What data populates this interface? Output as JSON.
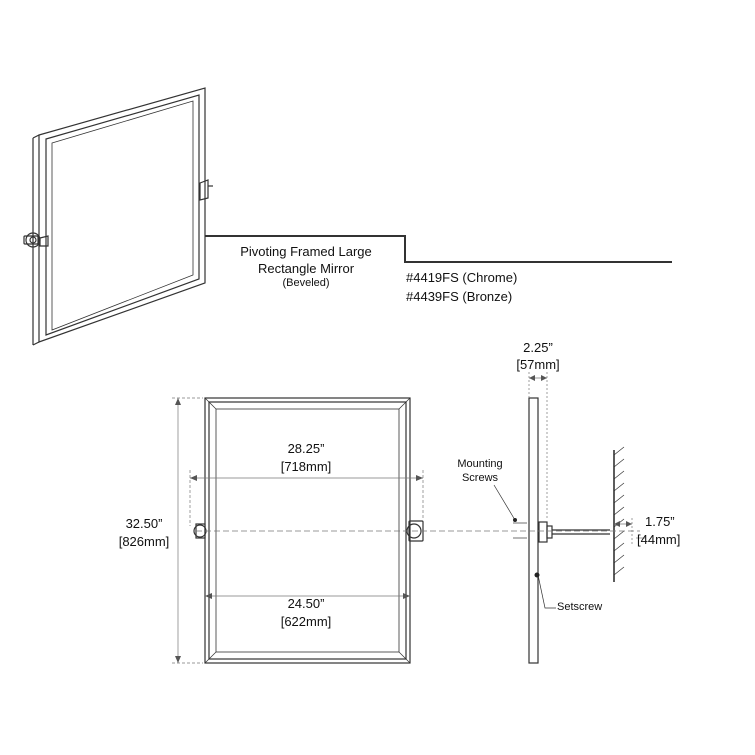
{
  "product": {
    "name_line1": "Pivoting Framed Large",
    "name_line2": "Rectangle Mirror",
    "name_line3": "(Beveled)",
    "sku_chrome": "#4419FS (Chrome)",
    "sku_bronze": "#4439FS (Bronze)"
  },
  "dimensions": {
    "height_in": "32.50”",
    "height_mm": "[826mm]",
    "width_in": "28.25”",
    "width_mm": "[718mm]",
    "inner_width_in": "24.50”",
    "inner_width_mm": "[622mm]",
    "depth_in": "2.25”",
    "depth_mm": "[57mm]",
    "offset_in": "1.75”",
    "offset_mm": "[44mm]"
  },
  "callouts": {
    "mounting_line1": "Mounting",
    "mounting_line2": "Screws",
    "setscrew": "Setscrew"
  },
  "colors": {
    "line": "#333333",
    "dim_line": "#777777"
  }
}
